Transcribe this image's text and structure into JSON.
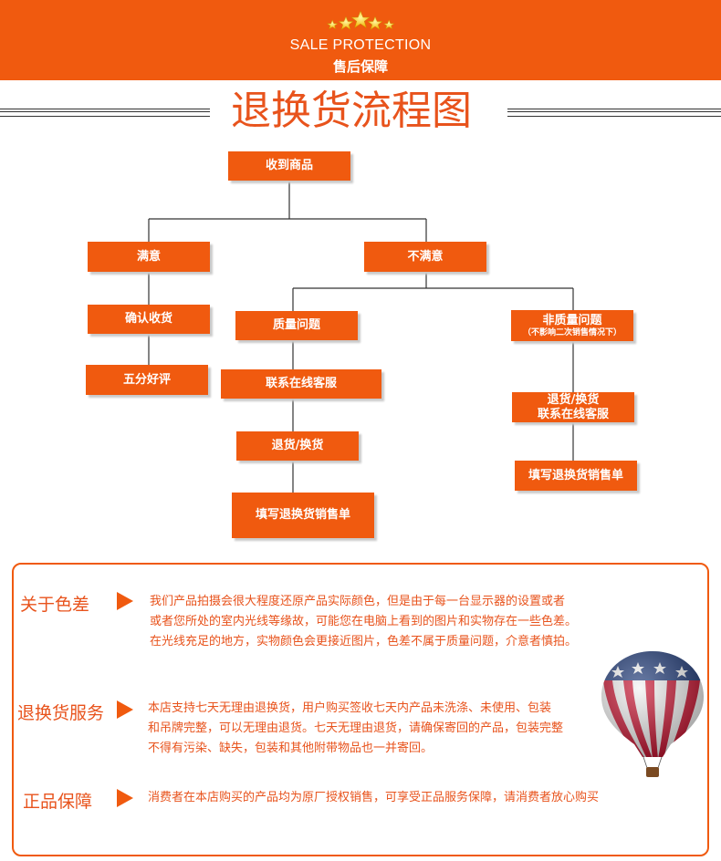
{
  "banner": {
    "en": "SALE PROTECTION",
    "cn": "售后保障"
  },
  "title": "退换货流程图",
  "flow": {
    "receive": "收到商品",
    "satisfied": "满意",
    "confirm": "确认收货",
    "review": "五分好评",
    "unsatisfied": "不满意",
    "quality": "质量问题",
    "contact": "联系在线客服",
    "return_exchange": "退货/换货",
    "fill_form": "填写退换货销售单",
    "nonquality": "非质量问题",
    "nonquality_note": "（不影响二次销售情况下）",
    "nq_return": "退货/换货",
    "nq_contact": "联系在线客服",
    "nq_fill_form": "填写退换货销售单"
  },
  "info": {
    "color_diff": {
      "label": "关于色差",
      "lines": [
        "我们产品拍摄会很大程度还原产品实际颜色，但是由于每一台显示器的设置或者",
        "或者您所处的室内光线等缘故，可能您在电脑上看到的图片和实物存在一些色差。",
        "在光线充足的地方，实物颜色会更接近图片，色差不属于质量问题，介意者慎拍。"
      ]
    },
    "return_service": {
      "label": "退换货服务",
      "lines": [
        "本店支持七天无理由退换货，用户购买签收七天内产品未洗涤、未使用、包装",
        "和吊牌完整，可以无理由退货。七天无理由退货，请确保寄回的产品，包装完整",
        "不得有污染、缺失，包装和其他附带物品也一并寄回。"
      ]
    },
    "genuine": {
      "label": "正品保障",
      "lines": [
        "消费者在本店购买的产品均为原厂授权销售，可享受正品服务保障，请消费者放心购买"
      ]
    }
  },
  "colors": {
    "accent": "#f05a0f",
    "text_accent": "#e8531c",
    "line": "#333333"
  },
  "icons": {
    "stars": "five-stars-icon",
    "arrows": "triangle-right-icon",
    "balloon": "hot-air-balloon-icon"
  }
}
